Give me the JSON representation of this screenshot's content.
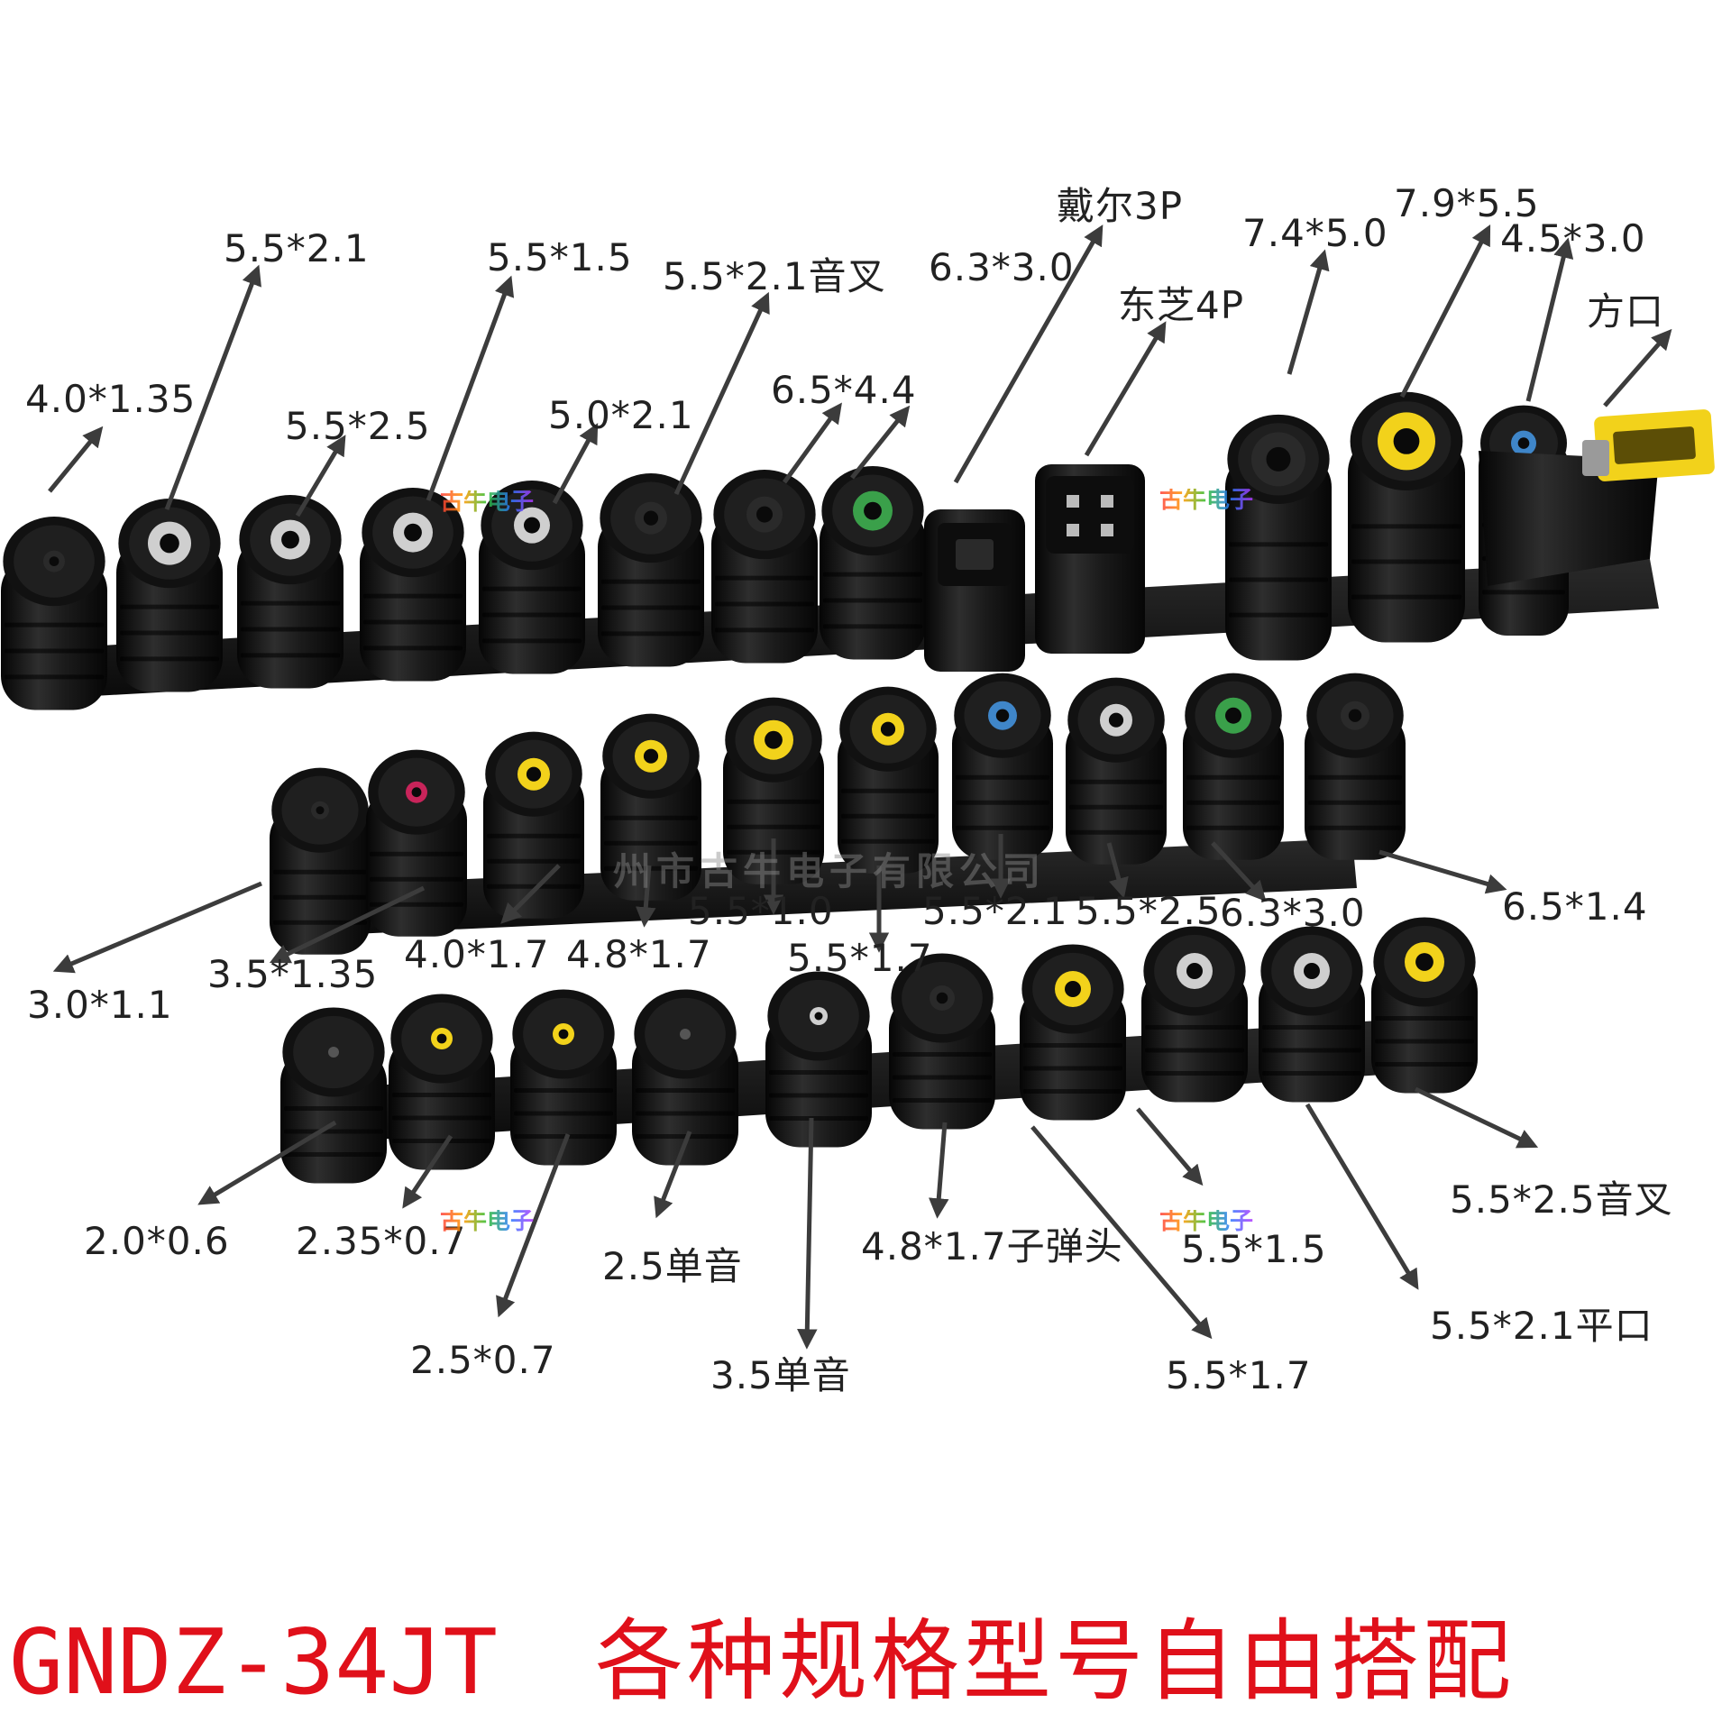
{
  "row1_labels": [
    "4.0*1.35",
    "5.5*2.1",
    "5.5*2.5",
    "5.5*1.5",
    "5.0*2.1",
    "5.5*2.1音叉",
    "6.5*4.4",
    "6.3*3.0",
    "戴尔3P",
    "东芝4P",
    "7.4*5.0",
    "7.9*5.5",
    "4.5*3.0",
    "方口"
  ],
  "row2_labels": [
    "3.0*1.1",
    "3.5*1.35",
    "4.0*1.7",
    "4.8*1.7",
    "5.5*1.0",
    "5.5*1.7",
    "5.5*2.1",
    "5.5*2.5",
    "6.3*3.0",
    "6.5*1.4"
  ],
  "row3_labels": [
    "2.0*0.6",
    "2.35*0.7",
    "2.5*0.7",
    "2.5单音",
    "3.5单音",
    "4.8*1.7子弹头",
    "5.5*1.7",
    "5.5*1.5",
    "5.5*2.1平口",
    "5.5*2.5音叉"
  ],
  "watermark": "古牛电子",
  "company_watermark": "州市古牛电子有限公司",
  "caption": {
    "code": "GNDZ-34JT",
    "desc": "各种规格型号自由搭配"
  },
  "colors": {
    "caption": "#e0101a",
    "plug_body": "#1a1a1a",
    "tip_yellow": "#f2d21b",
    "tip_green": "#3aa04a",
    "tip_blue": "#3f86c9",
    "tip_red": "#c8245a",
    "tip_silver": "#cfcfcf"
  }
}
